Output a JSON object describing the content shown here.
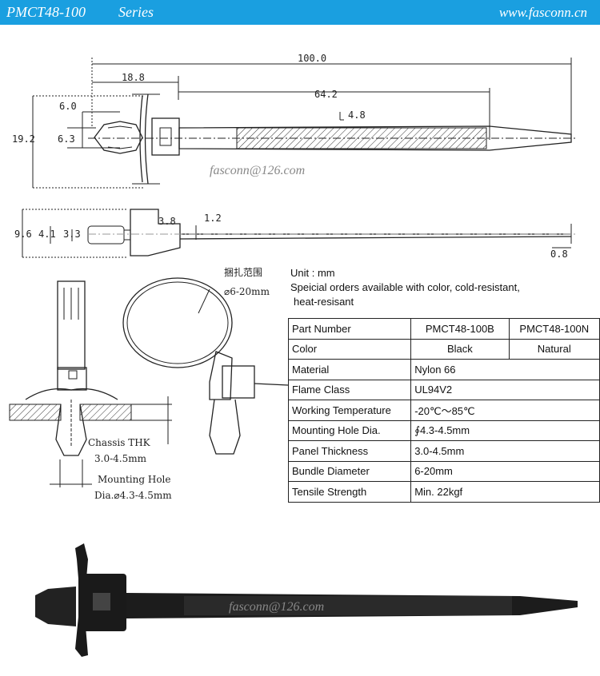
{
  "header": {
    "model": "PMCT48-100",
    "series": "Series",
    "website": "www.fasconn.cn"
  },
  "watermark": "fasconn@126.com",
  "dimensions": {
    "total_length": "100.0",
    "head_length": "18.8",
    "tail_length": "64.2",
    "strap_width": "4.8",
    "clip_width": "6.0",
    "clip_tip": "6.3",
    "head_height": "19.2",
    "side_height": "9.6",
    "side_a": "4.1",
    "side_b": "3.3",
    "head_thickness": "3.8",
    "strap_thickness": "1.2",
    "tip_thickness": "0.8",
    "bundle_label": "捆扎范围",
    "bundle_range": "⌀6-20mm"
  },
  "callouts": {
    "chassis_title": "Chassis THK",
    "chassis_value": "3.0-4.5mm",
    "hole_title": "Mounting Hole",
    "hole_value": "Dia.⌀4.3-4.5mm"
  },
  "notes": {
    "unit": "Unit : mm",
    "special_1": "Speicial orders available with color, cold-resistant,",
    "special_2": "heat-resisant"
  },
  "spec_table": {
    "header": {
      "label": "Part Number",
      "col1": "PMCT48-100B",
      "col2": "PMCT48-100N"
    },
    "color_row": {
      "label": "Color",
      "col1": "Black",
      "col2": "Natural"
    },
    "rows": [
      {
        "label": "Material",
        "value": "Nylon 66"
      },
      {
        "label": "Flame Class",
        "value": "UL94V2"
      },
      {
        "label": "Working Temperature",
        "value": "-20℃～85℃"
      },
      {
        "label": "Mounting Hole Dia.",
        "value": "∮4.3-4.5mm"
      },
      {
        "label": "Panel Thickness",
        "value": "3.0-4.5mm"
      },
      {
        "label": "Bundle Diameter",
        "value": "6-20mm"
      },
      {
        "label": "Tensile Strength",
        "value": "Min. 22kgf"
      }
    ]
  },
  "colors": {
    "header_bar": "#1a9fe0",
    "tie": "#1a1a1a"
  }
}
